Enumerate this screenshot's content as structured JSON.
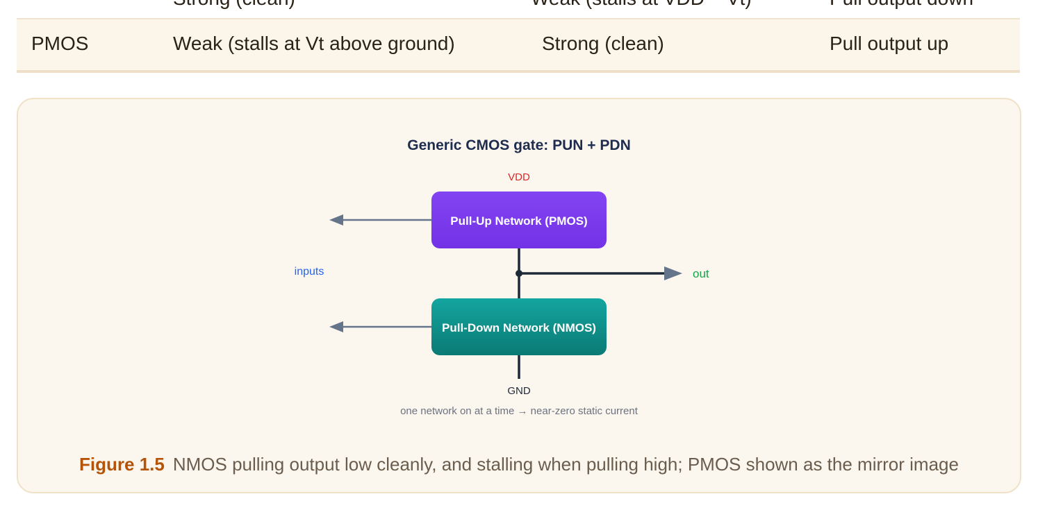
{
  "table": {
    "previous_row": {
      "col1": "",
      "col2": "Strong (clean)",
      "col3": "Weak (stalls at VDD − Vt)",
      "col4": "Pull output down"
    },
    "row": {
      "device": "PMOS",
      "pull_low": "Weak (stalls at Vt above ground)",
      "pull_high": "Strong (clean)",
      "role": "Pull output up"
    }
  },
  "figure": {
    "title": "Generic CMOS gate: PUN + PDN",
    "vdd_label": "VDD",
    "gnd_label": "GND",
    "pun_label": "Pull-Up Network (PMOS)",
    "pdn_label": "Pull-Down Network (NMOS)",
    "inputs_label": "inputs",
    "out_label": "out",
    "note": "one network on at a time → near-zero static current",
    "caption_number": "Figure 1.5",
    "caption_text": "NMOS pulling output low cleanly, and stalling when pulling high; PMOS shown as the mirror image",
    "colors": {
      "pun": "#7c3aed",
      "pdn": "#0f9a93",
      "vdd": "#dc2626",
      "inputs": "#2563eb",
      "out": "#16a34a",
      "title": "#1e2d4f",
      "caption_number": "#b55309"
    }
  }
}
